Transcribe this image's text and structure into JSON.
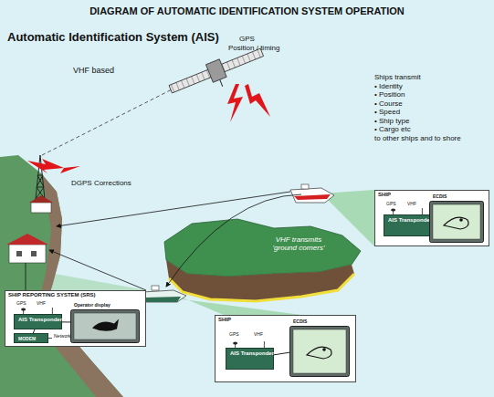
{
  "diagram": {
    "title": "DIAGRAM OF AUTOMATIC IDENTIFICATION SYSTEM OPERATION",
    "nodes": [
      {
        "text": [
          "SHIP"
        ]
      },
      {
        "text": [
          "AIS Transponder"
        ],
        "in": 0
      },
      {
        "text": [
          "ECDIS"
        ],
        "in": 0
      },
      {
        "text": [
          "SHIP REPORTING SYSTEM (SRS)"
        ]
      },
      {
        "text": [
          "AIS Transponder"
        ],
        "in": 3
      },
      {
        "text": [
          "MODEM"
        ],
        "in": 3
      },
      {
        "text": [
          "Operator display"
        ],
        "in": 3
      },
      {
        "text": [
          "SHIP"
        ]
      },
      {
        "text": [
          "AIS Transponder"
        ],
        "in": 7
      },
      {
        "text": [
          "ECDIS"
        ],
        "in": 7
      }
    ],
    "edges": [
      {
        "from": 1,
        "to": 2,
        "arrow": "none"
      },
      {
        "from": 4,
        "to": 6,
        "arrow": "none"
      },
      {
        "from": 4,
        "to": 5,
        "arrow": "none"
      },
      {
        "from": 8,
        "to": 9,
        "arrow": "none"
      }
    ],
    "labels": [
      "Automatic Identification System (AIS)",
      "VHF based",
      "GPS",
      "Position / timing",
      "Ships transmit",
      "• Identity",
      "• Position",
      "• Course",
      "• Speed",
      "• Ship type",
      "• Cargo etc",
      "to other ships and to shore",
      "DGPS Corrections",
      "VHF transmits 'ground corners'",
      "GPS",
      "VHF",
      "GPS",
      "VHF",
      "GPS",
      "VHF",
      "Network"
    ]
  }
}
